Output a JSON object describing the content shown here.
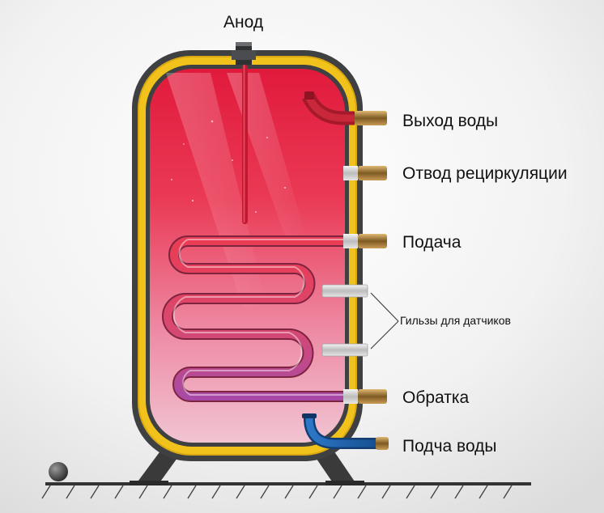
{
  "labels": {
    "anode": "Анод",
    "water_out": "Выход воды",
    "recirculation": "Отвод рециркуляции",
    "supply": "Подача",
    "sensor_sleeves": "Гильзы для датчиков",
    "return": "Обратка",
    "water_in": "Подча воды"
  },
  "colors": {
    "tank_hot": "#e8213f",
    "tank_cool": "#efb3c6",
    "insulation": "#f1c21b",
    "shell": "#3e4042",
    "coil_hot": "#e53a52",
    "coil_cool": "#b64a9c",
    "inlet_pipe": "#1e62ad",
    "outlet_pipe": "#b31e2e",
    "brass": "#b58a43",
    "floor": "#333333"
  },
  "icons": [
    "anode-icon",
    "coil-icon",
    "sensor-sleeve-icon",
    "ball-icon"
  ]
}
